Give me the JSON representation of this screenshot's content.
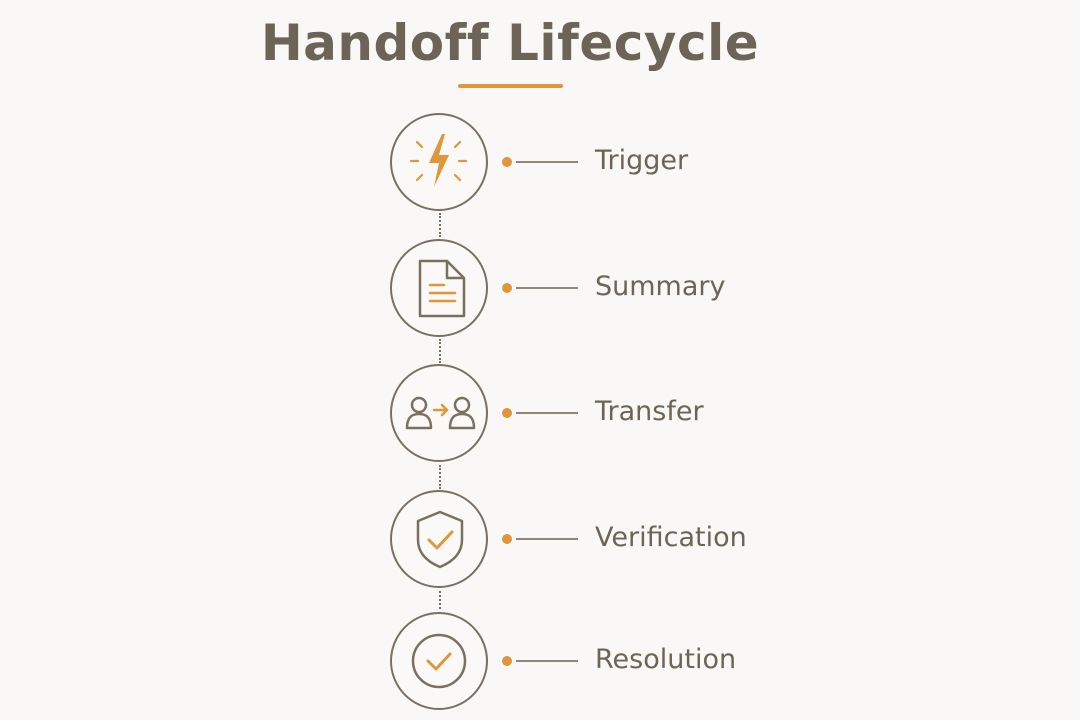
{
  "title": "Handoff Lifecycle",
  "accent_color": "#e0963a",
  "line_color": "#7a7062",
  "steps": [
    {
      "label": "Trigger",
      "icon": "lightning-bolt-icon"
    },
    {
      "label": "Summary",
      "icon": "document-icon"
    },
    {
      "label": "Transfer",
      "icon": "person-transfer-icon"
    },
    {
      "label": "Verification",
      "icon": "shield-check-icon"
    },
    {
      "label": "Resolution",
      "icon": "circle-check-icon"
    }
  ]
}
